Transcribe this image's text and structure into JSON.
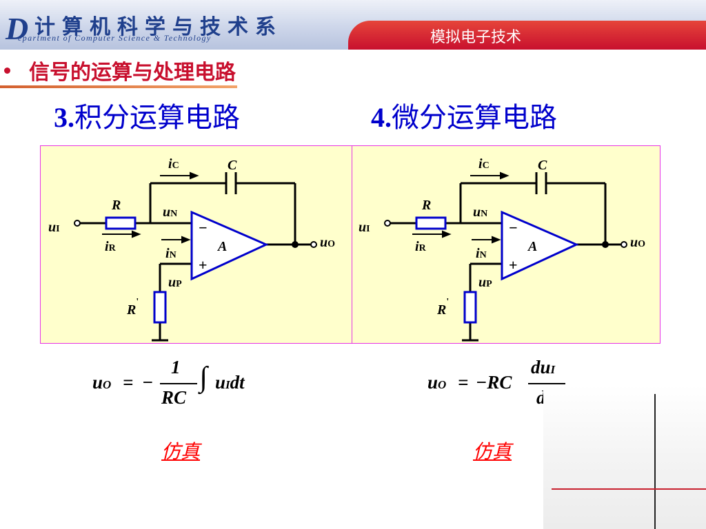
{
  "header": {
    "logo_letter": "D",
    "dept_name_cn": "计算机科学与技术系",
    "dept_name_en": "epartment of Computer Science & Technology",
    "course_title": "模拟电子技术"
  },
  "section": {
    "title": "信号的运算与处理电路"
  },
  "headings": {
    "left": {
      "num": "3.",
      "text": "积分运算电路"
    },
    "right": {
      "num": "4.",
      "text": "微分运算电路"
    }
  },
  "circuit": {
    "ic": "i",
    "ic_sub": "C",
    "cap": "C",
    "res": "R",
    "ui": "u",
    "ui_sub": "I",
    "ir": "i",
    "ir_sub": "R",
    "un": "u",
    "un_sub": "N",
    "in": "i",
    "in_sub": "N",
    "minus": "−",
    "plus": "+",
    "amp": "A",
    "uo": "u",
    "uo_sub": "O",
    "up": "u",
    "up_sub": "P",
    "rp": "R",
    "rp_prime": "'"
  },
  "formulas": {
    "integral": {
      "lhs": "u",
      "lhs_sub": "O",
      "eq": "=",
      "neg": "−",
      "num": "1",
      "den": "RC",
      "integral": "∫",
      "integrand": "u",
      "integrand_sub": "I",
      "dt": "dt"
    },
    "derivative": {
      "lhs": "u",
      "lhs_sub": "O",
      "eq": "=",
      "coef": "−RC",
      "num": "du",
      "num_sub": "I",
      "den": "dt"
    }
  },
  "links": {
    "sim_left": "仿真",
    "sim_right": "仿真"
  },
  "colors": {
    "accent_red": "#c8102e",
    "heading_blue": "#0000cc",
    "panel_bg": "#ffffcc",
    "panel_border": "#e633e6"
  }
}
